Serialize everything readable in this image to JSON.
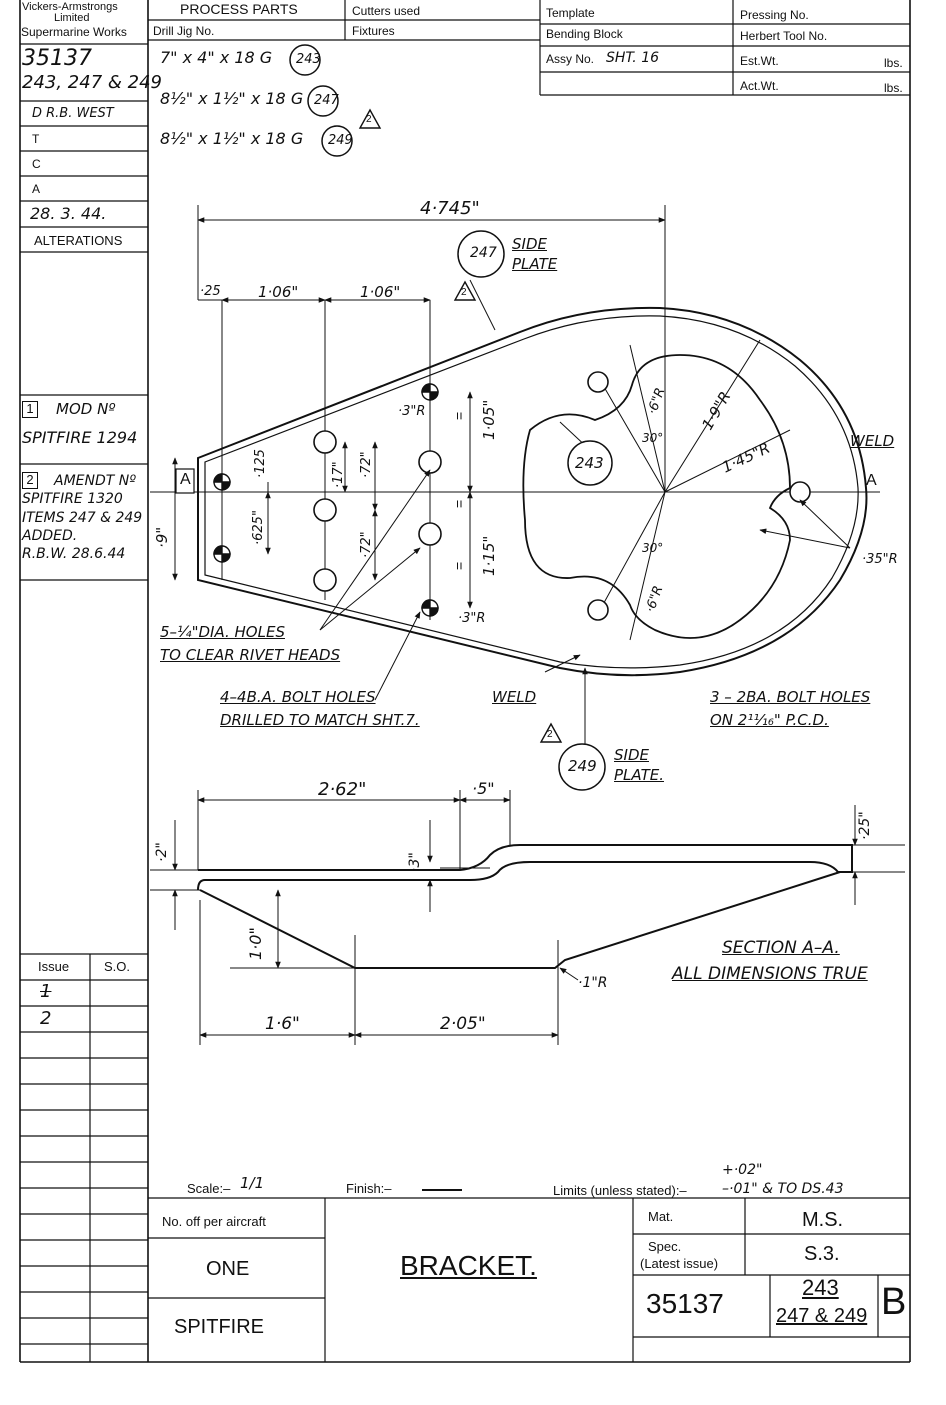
{
  "company": {
    "line1": "Vickers-Armstrongs",
    "line2": "Limited",
    "line3": "Supermarine Works"
  },
  "header": {
    "process_parts": "PROCESS PARTS",
    "cutters_used": "Cutters used",
    "template": "Template",
    "pressing_no": "Pressing No.",
    "drill_jig": "Drill Jig No.",
    "fixtures": "Fixtures",
    "bending_block": "Bending Block",
    "herbert_tool": "Herbert Tool No.",
    "assy_no_label": "Assy No.",
    "assy_no_value": "SHT. 16",
    "est_wt": "Est.Wt.",
    "act_wt": "Act.Wt.",
    "lbs": "lbs."
  },
  "left_column": {
    "drawing_no": "35137",
    "parts": "243, 247 & 249",
    "drawn_by": "D R.B. WEST",
    "t": "T",
    "c": "C",
    "a": "A",
    "date": "28. 3. 44.",
    "alterations": "ALTERATIONS",
    "mod_num": "1",
    "mod_label": "MOD Nº",
    "mod_text": "SPITFIRE 1294",
    "amend_num": "2",
    "amend_label": "AMENDT Nº",
    "amend_lines": [
      "SPITFIRE 1320",
      "ITEMS 247 & 249",
      "ADDED.",
      "R.B.W. 28.6.44"
    ],
    "issue_header": "Issue",
    "so_header": "S.O.",
    "issues": [
      "1",
      "2"
    ]
  },
  "materials": {
    "m243": "7\" x 4\" x 18 G",
    "m247": "8½\" x 1½\" x 18 G",
    "m249": "8½\" x 1½\" x 18 G",
    "n243": "243",
    "n247": "247",
    "n249": "249",
    "amend_mark": "2"
  },
  "plan_view": {
    "overall": "4·745\"",
    "d025": "·25",
    "d106a": "1·06\"",
    "d106b": "1·06\"",
    "side_plate_247": [
      "SIDE",
      "PLATE"
    ],
    "side_plate_249": [
      "SIDE",
      "PLATE."
    ],
    "weld_top": "WELD",
    "weld_bottom": "WELD",
    "section_a": "A",
    "r03_top": "·3\"R",
    "r03_bottom": "·3\"R",
    "d105": "1·05\"",
    "d115": "1·15\"",
    "d9": "·9\"",
    "d125": "·125",
    "d625": "·625\"",
    "d17": "·17\"",
    "d72a": "·72\"",
    "d72b": "·72\"",
    "eq": "=",
    "r6a": "·6\"R",
    "r6b": "·6\"R",
    "r19": "1·9\"R",
    "r145": "1·45\"R",
    "a30a": "30°",
    "a30b": "30°",
    "r35": "·35\"R",
    "center_label": "243",
    "note_holes": [
      "5–¼\"DIA. HOLES",
      "TO CLEAR RIVET HEADS"
    ],
    "note_bolts": [
      "4–4B.A. BOLT HOLES",
      "DRILLED TO MATCH SHT.7."
    ],
    "note_2ba": [
      "3 – 2BA. BOLT HOLES",
      "ON 2¹¹⁄₁₆\" P.C.D."
    ]
  },
  "section_view": {
    "d262": "2·62\"",
    "d05": "·5\"",
    "d2": "·2\"",
    "d3": "·3\"",
    "d25": "·25\"",
    "d10": "1·0\"",
    "r1": "·1\"R",
    "d16": "1·6\"",
    "d205": "2·05\"",
    "title": "SECTION A–A.",
    "subtitle": "ALL DIMENSIONS TRUE"
  },
  "footer": {
    "scale_label": "Scale:–",
    "scale_value": "1/1",
    "finish_label": "Finish:–",
    "limits_label": "Limits (unless stated):–",
    "limits_plus": "+·02\"",
    "limits_minus": "–·01\" & TO DS.43",
    "no_off_label": "No. off per aircraft",
    "no_off_value": "ONE",
    "aircraft": "SPITFIRE",
    "title": "BRACKET.",
    "mat_label": "Mat.",
    "mat_value": "M.S.",
    "spec_label": "Spec.",
    "spec_sub": "(Latest issue)",
    "spec_value": "S.3.",
    "drawing_number": "35137",
    "part_top": "243",
    "part_bottom": "247 & 249",
    "issue_letter": "B"
  }
}
